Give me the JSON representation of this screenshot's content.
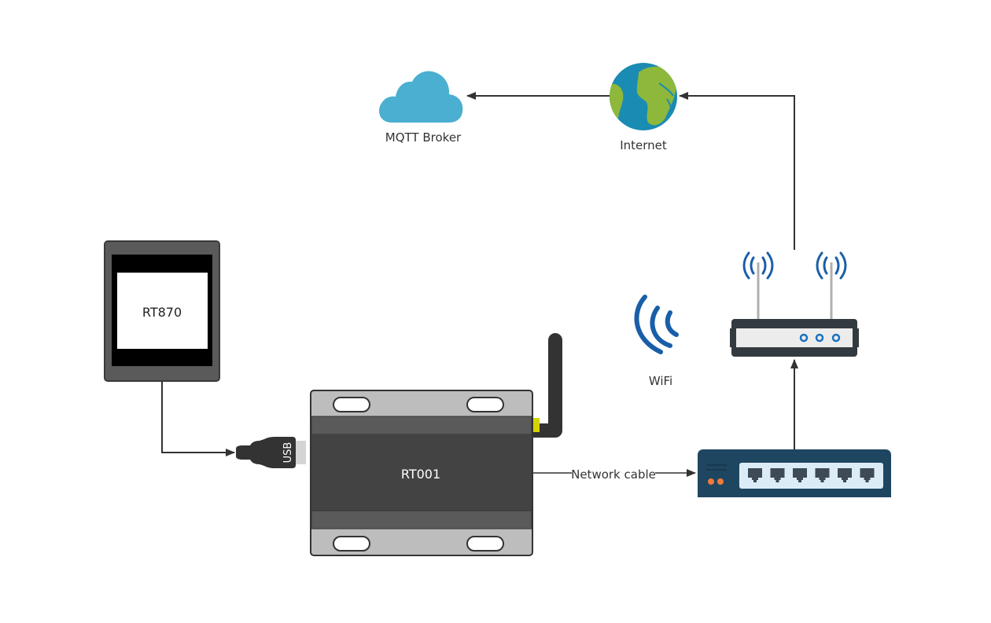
{
  "diagram": {
    "title": "RT001 MQTT network topology",
    "nodes": {
      "mqtt_broker": {
        "label": "MQTT Broker",
        "icon": "cloud-icon"
      },
      "internet": {
        "label": "Internet",
        "icon": "globe-icon"
      },
      "rt870": {
        "label": "RT870",
        "icon": "display-panel-icon"
      },
      "usb": {
        "label": "USB",
        "icon": "usb-plug-icon"
      },
      "rt001": {
        "label": "RT001",
        "icon": "gateway-device-icon"
      },
      "wifi": {
        "label": "WiFi",
        "icon": "wifi-signal-icon"
      },
      "router": {
        "label": "",
        "icon": "wireless-router-icon"
      },
      "switch": {
        "label": "",
        "icon": "network-switch-icon",
        "port_count": 6
      }
    },
    "edges": [
      {
        "from": "rt870",
        "to": "rt001",
        "label": "",
        "via": "usb"
      },
      {
        "from": "rt001",
        "to": "switch",
        "label": "Network cable"
      },
      {
        "from": "switch",
        "to": "router",
        "label": ""
      },
      {
        "from": "router",
        "to": "internet",
        "label": ""
      },
      {
        "from": "internet",
        "to": "mqtt_broker",
        "label": ""
      }
    ],
    "colors": {
      "cloud": "#4aafd1",
      "globe_ocean": "#1a8bb3",
      "globe_land": "#8db83b",
      "wifi_blue": "#1a5ea8",
      "device_dark": "#434343",
      "device_band": "#5a5a5a",
      "device_plate": "#bdbdbd",
      "antenna_collar": "#d4d400",
      "switch_body": "#1f4661",
      "switch_leds": "#ee7b3a",
      "arrow": "#333333"
    }
  }
}
